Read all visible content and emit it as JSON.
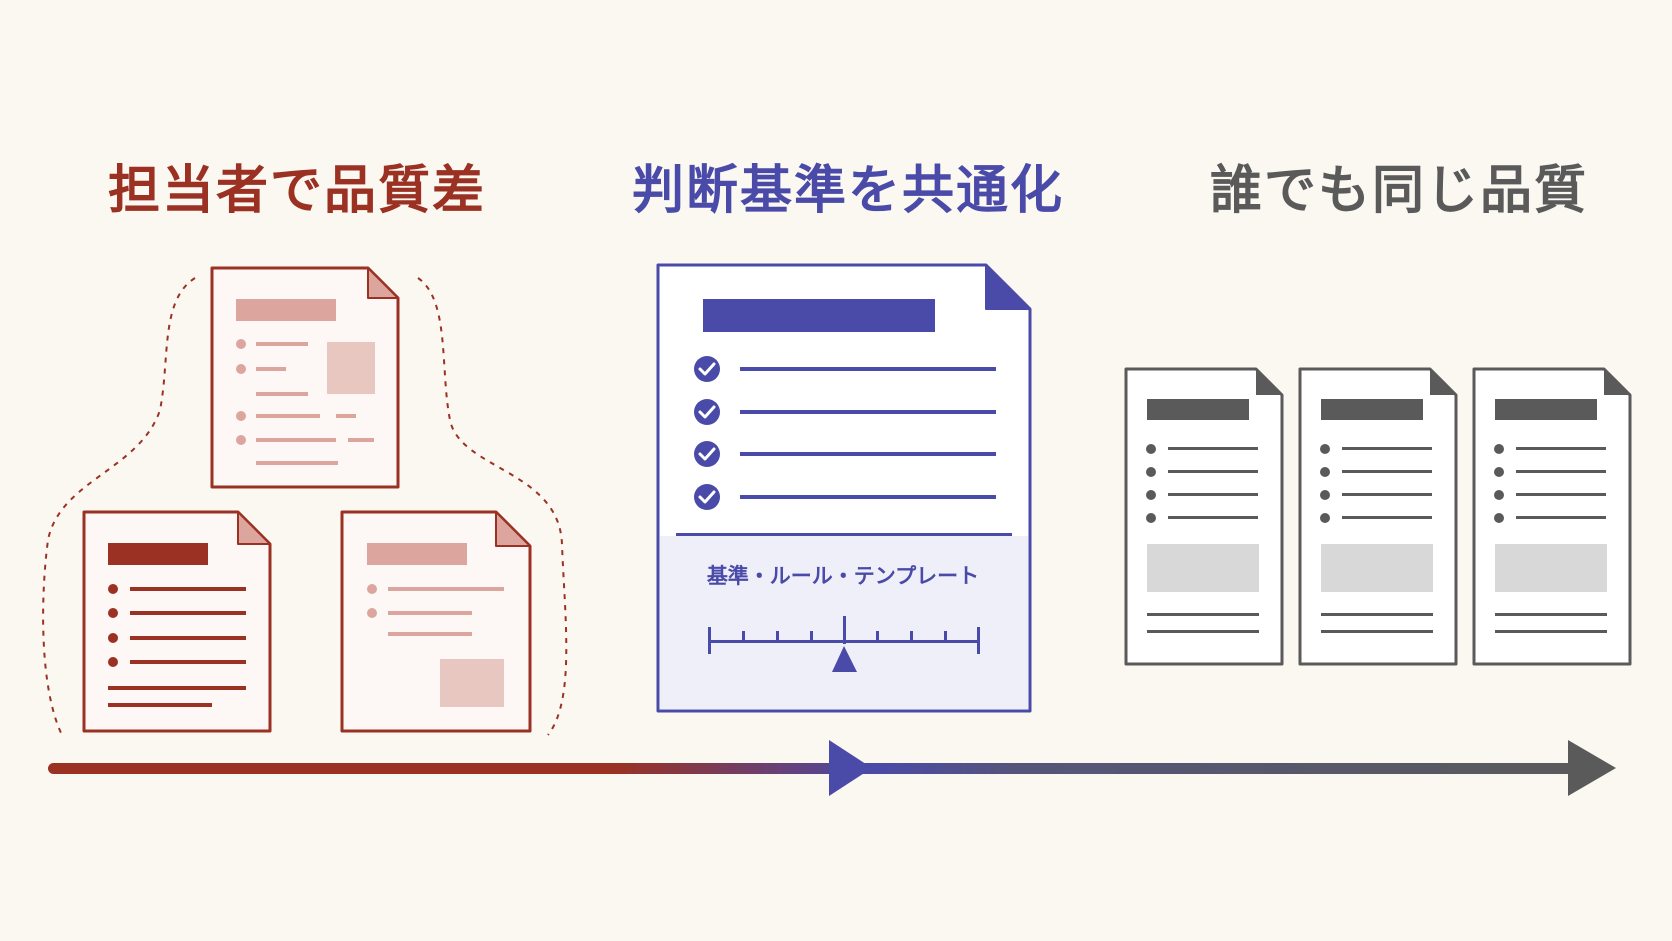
{
  "headings": {
    "left": "担当者で品質差",
    "middle": "判断基準を共通化",
    "right": "誰でも同じ品質"
  },
  "standard_doc": {
    "label": "基準・ルール・テンプレート"
  },
  "colors": {
    "before": "#9b3122",
    "before_light": "#dca69e",
    "standard": "#4a4aa8",
    "standard_fill": "#efeffa",
    "after": "#5a5a5a",
    "background": "#fbf8f2"
  },
  "icons": {
    "check": "check-circle-icon",
    "scale": "balance-scale-icon",
    "arrow": "progress-arrow-icon"
  }
}
